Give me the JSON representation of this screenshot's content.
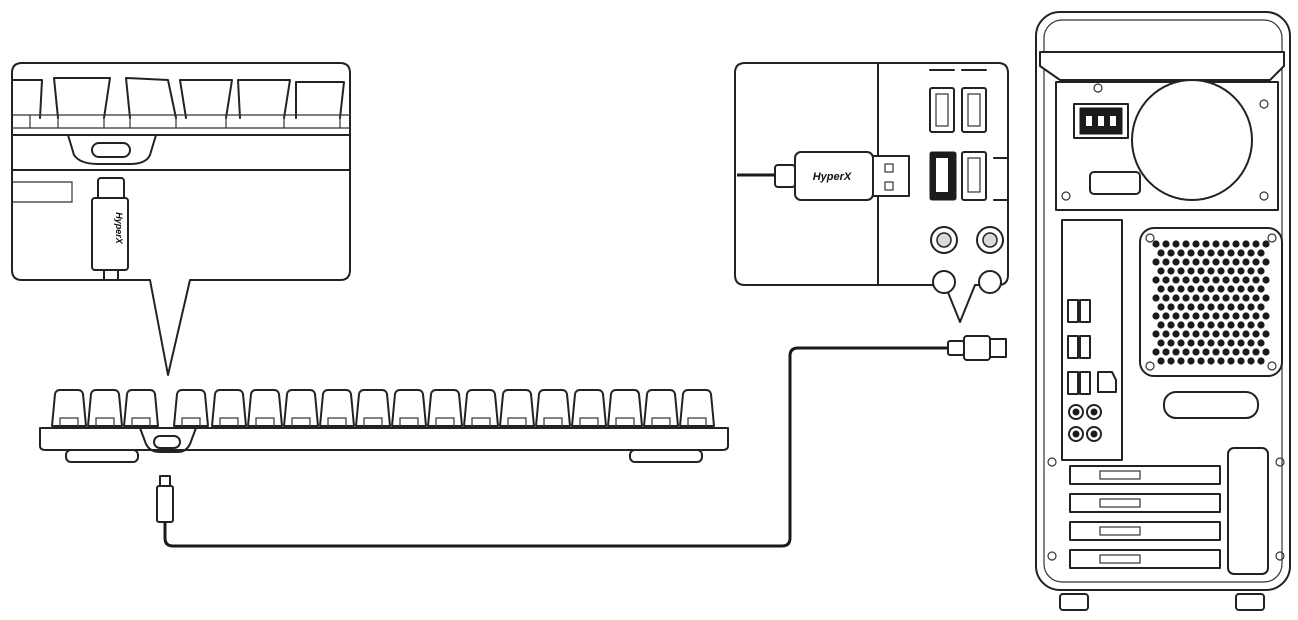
{
  "diagram": {
    "subject": "keyboard-to-pc-usb-connection",
    "callout_keyboard": {
      "cable_plug_text": "HyperX",
      "connector": "usb-c-icon"
    },
    "callout_pc": {
      "cable_plug_text": "HyperX",
      "connector": "usb-a-icon"
    },
    "devices": [
      "keyboard",
      "pc-tower"
    ],
    "colors": {
      "line": "#222222",
      "fill": "#ffffff",
      "port_dark": "#1b1b1b",
      "shade": "#d9d9d9"
    }
  }
}
